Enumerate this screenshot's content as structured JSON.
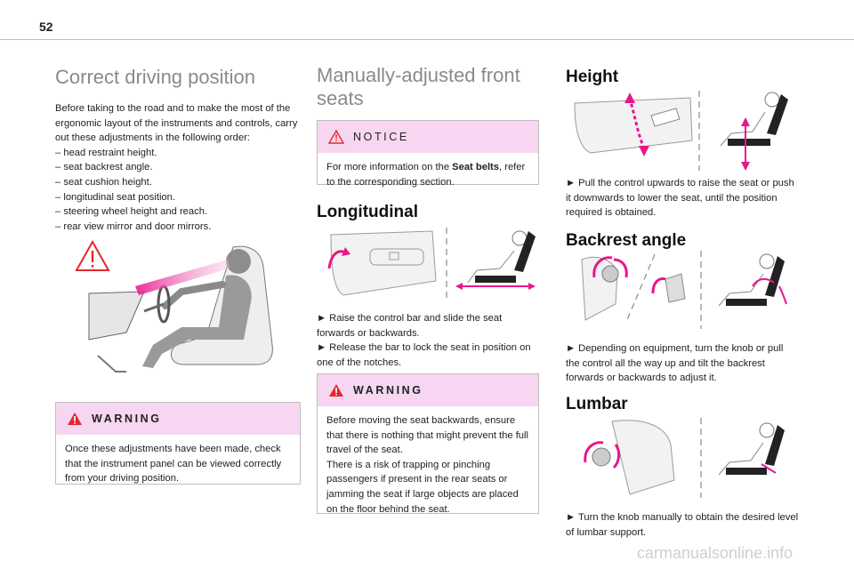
{
  "page": {
    "number": "52"
  },
  "col1": {
    "title": "Correct driving position",
    "intro": "Before taking to the road and to make the most of the ergonomic layout of the instruments and controls, carry out these adjustments in the following order:",
    "steps": [
      "head restraint height.",
      "seat backrest angle.",
      "seat cushion height.",
      "longitudinal seat position.",
      "steering wheel height and reach.",
      "rear view mirror and door mirrors."
    ],
    "warning": {
      "label": "WARNING",
      "text": "Once these adjustments have been made, check that the instrument panel can be viewed correctly from your driving position."
    }
  },
  "col2": {
    "title": "Manually-adjusted front seats",
    "notice": {
      "label": "NOTICE",
      "text_before": "For more information on the ",
      "text_bold": "Seat belts",
      "text_after": ", refer to the corresponding section."
    },
    "longitudinal": {
      "heading": "Longitudinal",
      "step1": "► Raise the control bar and slide the seat forwards or backwards.",
      "step2": "► Release the bar to lock the seat in position on one of the notches."
    },
    "warning": {
      "label": "WARNING",
      "text1": "Before moving the seat backwards, ensure that there is nothing that might prevent the full travel of the seat.",
      "text2": "There is a risk of trapping or pinching passengers if present in the rear seats or jamming the seat if large objects are placed on the floor behind the seat."
    }
  },
  "col3": {
    "height": {
      "heading": "Height",
      "text": "► Pull the control upwards to raise the seat or push it downwards to lower the seat, until the position required is obtained."
    },
    "backrest": {
      "heading": "Backrest angle",
      "text": "► Depending on equipment, turn the knob or pull the control all the way up and tilt the backrest forwards or backwards to adjust it."
    },
    "lumbar": {
      "heading": "Lumbar",
      "text": "► Turn the knob manually to obtain the desired level of lumbar support."
    }
  },
  "watermark": "carmanualsonline.info",
  "colors": {
    "accent_pink": "#e9178a",
    "warning_red": "#e5262b",
    "box_head_bg": "#f6d6f0"
  }
}
